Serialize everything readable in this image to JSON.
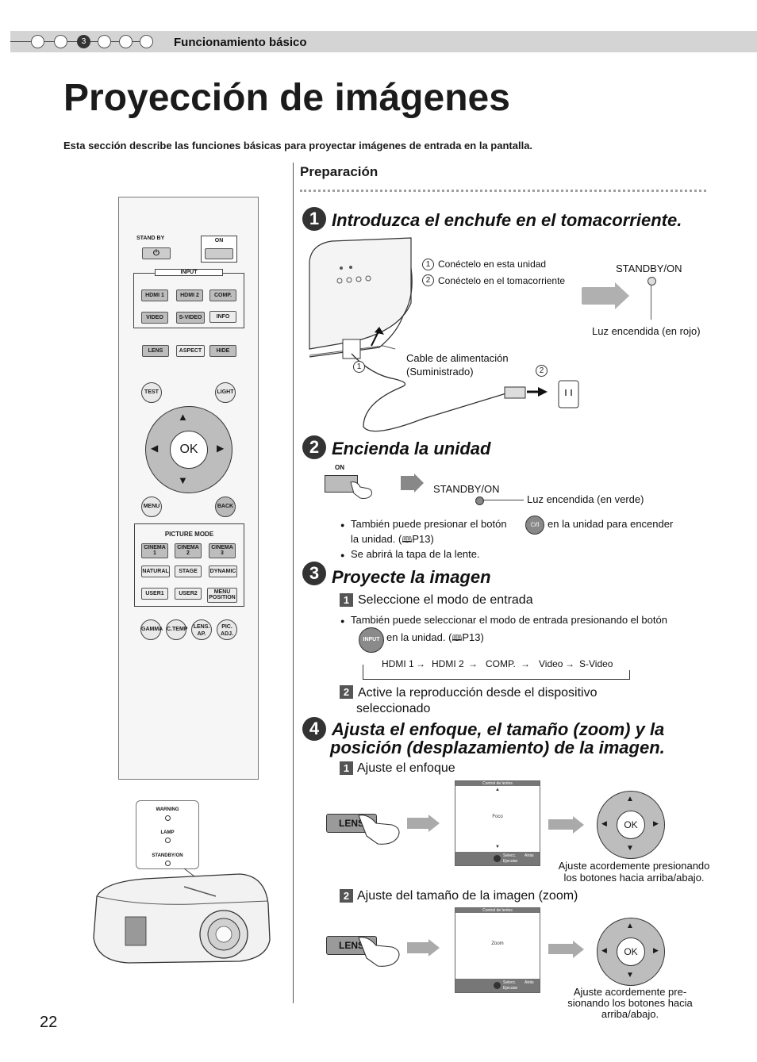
{
  "header": {
    "chapter_marker": "3",
    "section": "Funcionamiento básico"
  },
  "title": "Proyección de imágenes",
  "intro": "Esta sección describe las funciones básicas para proyectar imágenes de entrada en la pantalla.",
  "preparation": "Preparación",
  "remote": {
    "stand_by": "STAND BY",
    "on": "ON",
    "input": "INPUT",
    "hdmi1": "HDMI 1",
    "hdmi2": "HDMI 2",
    "comp": "COMP.",
    "video": "VIDEO",
    "svideo": "S-VIDEO",
    "info": "INFO",
    "lens": "LENS",
    "aspect": "ASPECT",
    "hide": "HIDE",
    "test": "TEST",
    "light": "LIGHT",
    "ok": "OK",
    "menu": "MENU",
    "back": "BACK",
    "picture_mode": "PICTURE MODE",
    "cinema1_a": "CINEMA",
    "cinema1_b": "1",
    "cinema2_a": "CINEMA",
    "cinema2_b": "2",
    "cinema3_a": "CINEMA",
    "cinema3_b": "3",
    "natural": "NATURAL",
    "stage": "STAGE",
    "dynamic": "DYNAMIC",
    "user1": "USER1",
    "user2": "USER2",
    "menu_pos_a": "MENU",
    "menu_pos_b": "POSITION",
    "gamma": "GAMMA",
    "ctemp": "C.TEMP",
    "lensap_a": "LENS.",
    "lensap_b": "AP.",
    "picadj_a": "PIC.",
    "picadj_b": "ADJ."
  },
  "indicators": {
    "warning": "WARNING",
    "lamp": "LAMP",
    "standby_on": "STANDBY/ON"
  },
  "step1": {
    "num": "1",
    "title": "Introduzca el enchufe en el tomacorriente.",
    "n1": "1",
    "n2": "2",
    "legend1": "Conéctelo en esta unidad",
    "legend2": "Conéctelo en el tomacorriente",
    "standby": "STANDBY/ON",
    "light": "Luz encendida (en rojo)",
    "cable_a": "Cable de alimentación",
    "cable_b": "(Suministrado)"
  },
  "step2": {
    "num": "2",
    "title": "Encienda la unidad",
    "on": "ON",
    "standby": "STANDBY/ON",
    "light": "Luz encendida (en verde)",
    "bullet1_a": "También puede presionar el botón",
    "bullet1_b": "en la unidad para encender",
    "bullet1_c": "la unidad. (",
    "bullet1_ref": "P13)",
    "bullet2": "Se abrirá la tapa de la lente.",
    "power_icon": "⏻/I"
  },
  "step3": {
    "num": "3",
    "title": "Proyecte la imagen",
    "sub1_num": "1",
    "sub1": "Seleccione el modo de entrada",
    "bullet_a": "También puede seleccionar el modo de entrada presionando el botón",
    "input_btn": "INPUT",
    "bullet_b": "en la unidad. (",
    "bullet_ref": "P13)",
    "flow": [
      "HDMI 1",
      "HDMI 2",
      "COMP.",
      "Video",
      "S-Video"
    ],
    "sub2_num": "2",
    "sub2_a": "Active la reproducción desde el dispositivo",
    "sub2_b": "seleccionado"
  },
  "step4": {
    "num": "4",
    "title_a": "Ajusta el enfoque, el tamaño (zoom) y la",
    "title_b": "posición (desplazamiento) de la imagen.",
    "sub1_num": "1",
    "sub1": "Ajuste el enfoque",
    "sub2_num": "2",
    "sub2": "Ajuste del tamaño de la imagen (zoom)",
    "lens_btn": "LENS",
    "screen_header": "Control de lentes",
    "focus": "Foco",
    "zoom": "Zoom",
    "select": "Selecc.",
    "execute": "Ejecutar",
    "back_lbl": "Atrás",
    "ok": "OK",
    "caption1_a": "Ajuste acordemente presionando",
    "caption1_b": "los botones hacia arriba/abajo.",
    "caption2_a": "Ajuste acordemente pre-",
    "caption2_b": "sionando los botones hacia",
    "caption2_c": "arriba/abajo."
  },
  "page_number": "22"
}
